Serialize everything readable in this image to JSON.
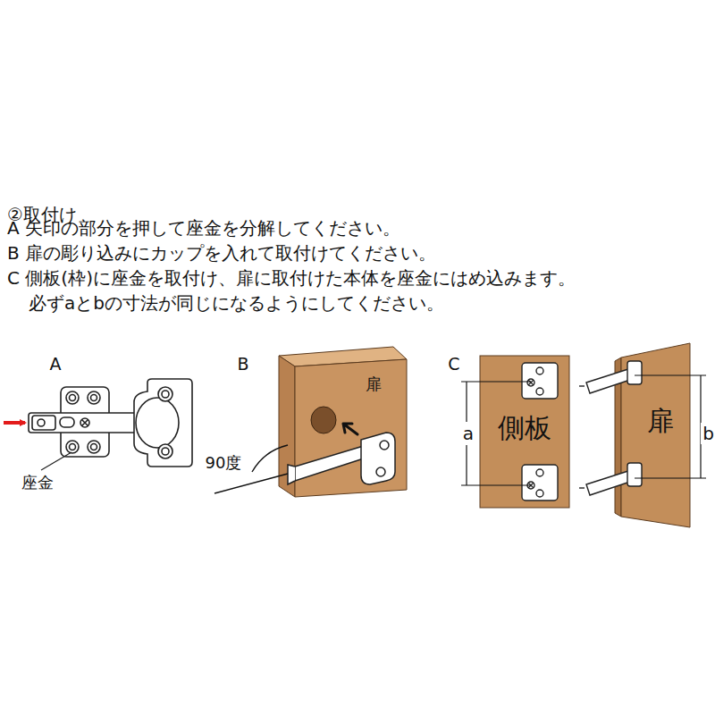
{
  "diagram": {
    "title": "②取付け",
    "nodes": [
      {
        "text": [
          "扉"
        ]
      },
      {
        "text": [
          "側板"
        ]
      },
      {
        "text": [
          "扉"
        ]
      }
    ],
    "labels": [
      "A 矢印の部分を押して座金を分解してください。",
      "B 扉の彫り込みにカップを入れて取付けてください。",
      "C 側板(枠)に座金を取付け、扉に取付けた本体を座金にはめ込みます。",
      "必ずaとbの寸法が同じになるようにしてください。",
      "A",
      "座金",
      "B",
      "90度",
      "C",
      "a",
      "b"
    ]
  }
}
